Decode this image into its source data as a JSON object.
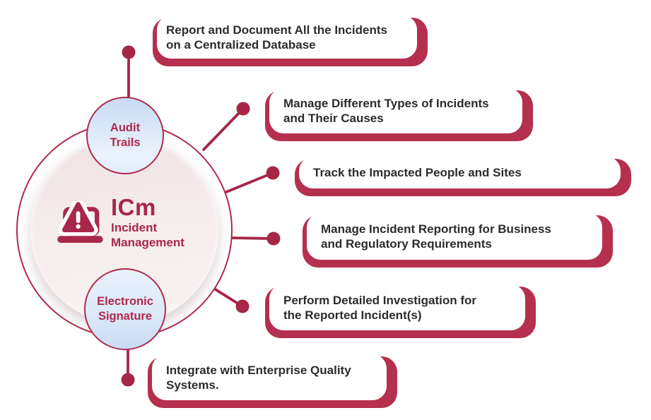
{
  "colors": {
    "crimson": "#a8284a",
    "crimson_border": "#b02b4b",
    "card_back": "#b5304e",
    "card_text": "#2c2c2c",
    "satellite_blue_top": "#c8daf4",
    "satellite_blue_bottom": "#eaf3fd",
    "disc_pink_top": "#efe2e4",
    "disc_pink_bottom": "#f8f3f2"
  },
  "center": {
    "icon": "laptop-warning-icon",
    "acronym": "ICm",
    "name_lines": [
      "Incident",
      "Management"
    ]
  },
  "satellites": [
    {
      "label_lines": [
        "Audit",
        "Trails"
      ]
    },
    {
      "label_lines": [
        "Electronic",
        "Signature"
      ]
    }
  ],
  "cards": [
    {
      "lines": [
        "Report and Document All the Incidents",
        "on a Centralized Database"
      ]
    },
    {
      "lines": [
        "Manage Different Types of Incidents",
        "and Their Causes"
      ]
    },
    {
      "lines": [
        "Track the Impacted People and Sites"
      ]
    },
    {
      "lines": [
        "Manage Incident Reporting for Business",
        "and Regulatory Requirements"
      ]
    },
    {
      "lines": [
        "Perform Detailed Investigation for",
        "the Reported Incident(s)"
      ]
    },
    {
      "lines": [
        "Integrate with Enterprise Quality",
        "Systems."
      ]
    }
  ]
}
